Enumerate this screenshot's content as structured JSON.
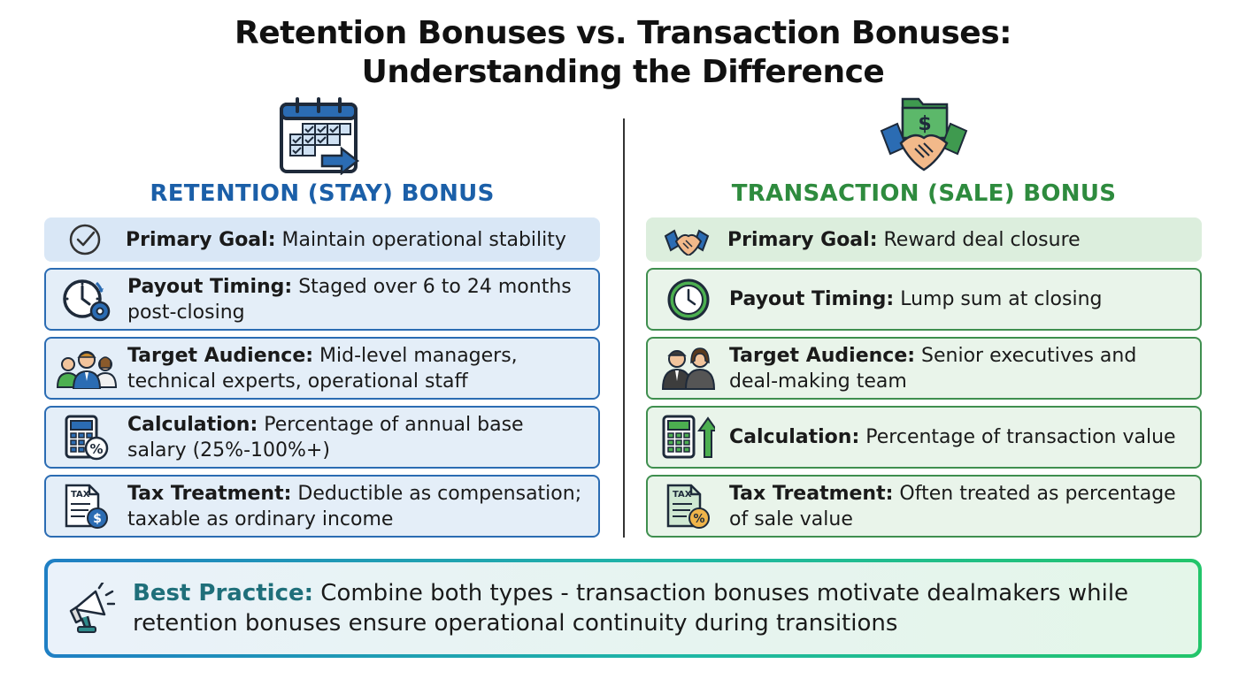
{
  "title": {
    "line1": "Retention Bonuses vs. Transaction Bonuses:",
    "line2": "Understanding the Difference"
  },
  "retention": {
    "heading": "RETENTION (STAY) BONUS",
    "icon": "calendar-checklist-arrow-icon",
    "color": "#1b5fa8",
    "rows": [
      {
        "label": "Primary Goal:",
        "value": "Maintain operational stability",
        "icon": "check-circle-icon"
      },
      {
        "label": "Payout Timing:",
        "value": "Staged over 6 to 24 months post-closing",
        "icon": "clock-gear-icon"
      },
      {
        "label": "Target Audience:",
        "value": "Mid-level managers, technical experts, operational staff",
        "icon": "team-group-icon"
      },
      {
        "label": "Calculation:",
        "value": "Percentage of annual base salary (25%-100%+)",
        "icon": "calculator-percent-icon"
      },
      {
        "label": "Tax Treatment:",
        "value": "Deductible as compensation; taxable as ordinary income",
        "icon": "tax-document-dollar-icon"
      }
    ]
  },
  "transaction": {
    "heading": "TRANSACTION (SALE) BONUS",
    "icon": "handshake-money-folder-icon",
    "color": "#2e8b3e",
    "rows": [
      {
        "label": "Primary Goal:",
        "value": "Reward deal closure",
        "icon": "handshake-icon"
      },
      {
        "label": "Payout Timing:",
        "value": "Lump sum at closing",
        "icon": "clock-icon"
      },
      {
        "label": "Target Audience:",
        "value": "Senior executives and deal-making team",
        "icon": "executives-icon"
      },
      {
        "label": "Calculation:",
        "value": "Percentage of transaction value",
        "icon": "calculator-arrow-up-icon"
      },
      {
        "label": "Tax Treatment:",
        "value": "Often treated as percentage of sale value",
        "icon": "tax-document-percent-icon"
      }
    ]
  },
  "best_practice": {
    "label": "Best Practice:",
    "text": "Combine both types - transaction bonuses motivate dealmakers while retention bonuses ensure operational continuity during transitions",
    "icon": "megaphone-icon"
  }
}
